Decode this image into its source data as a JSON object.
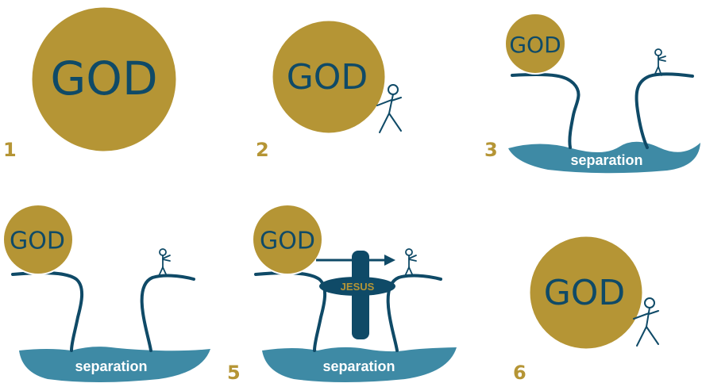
{
  "panels": [
    {
      "number": "1",
      "circle_label": "GOD"
    },
    {
      "number": "2",
      "circle_label": "GOD"
    },
    {
      "number": "3",
      "circle_label": "GOD",
      "gap_label": "separation"
    },
    {
      "number": "",
      "circle_label": "GOD",
      "gap_label": "separation"
    },
    {
      "number": "5",
      "circle_label": "GOD",
      "gap_label": "separation",
      "bridge_label": "JESUS"
    },
    {
      "number": "6",
      "circle_label": "GOD"
    }
  ],
  "colors": {
    "gold": "#b59535",
    "gold_light": "#c9a53f",
    "navy": "#0f4a67",
    "teal": "#3e8aa5"
  }
}
